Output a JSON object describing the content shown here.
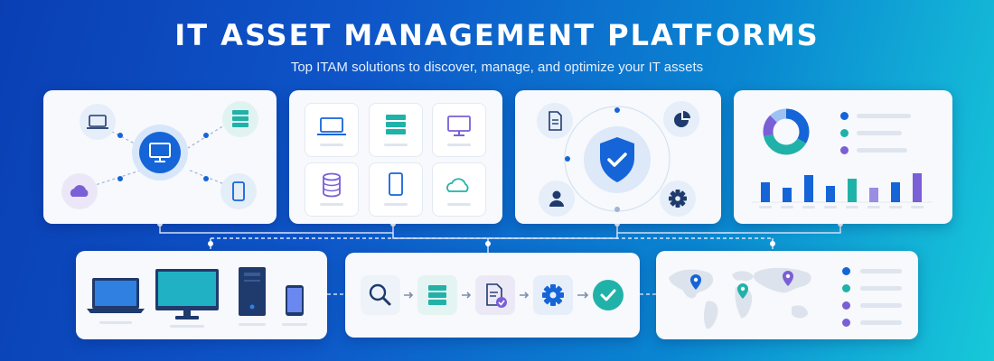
{
  "header": {
    "title": "IT ASSET MANAGEMENT PLATFORMS",
    "subtitle": "Top ITAM solutions to discover, manage, and optimize your IT assets"
  },
  "colors": {
    "bg_start": "#0a3fb4",
    "bg_end": "#17c9d9",
    "accent_blue": "#1565d8",
    "teal": "#20b2a8",
    "purple": "#7a5fd6"
  },
  "cards": [
    {
      "name": "network-card",
      "icons": [
        "laptop-icon",
        "server-icon",
        "cloud-icon",
        "mobile-icon",
        "desktop-icon"
      ]
    },
    {
      "name": "device-grid-card",
      "icons": [
        "laptop-icon",
        "server-icon",
        "monitor-icon",
        "database-icon",
        "mobile-icon",
        "cloud-icon"
      ]
    },
    {
      "name": "security-card",
      "icons": [
        "document-icon",
        "chart-icon",
        "user-icon",
        "gear-icon",
        "shield-check-icon"
      ]
    },
    {
      "name": "analytics-card",
      "icons": [
        "donut-chart-icon",
        "bar-chart-icon"
      ]
    },
    {
      "name": "hardware-card",
      "icons": [
        "laptop-icon",
        "monitor-icon",
        "tower-icon",
        "phone-icon"
      ]
    },
    {
      "name": "workflow-card",
      "icons": [
        "search-icon",
        "server-icon",
        "document-check-icon",
        "gear-icon",
        "check-icon"
      ]
    },
    {
      "name": "world-map-card",
      "icons": [
        "map-pin-icon",
        "map-pin-icon",
        "map-pin-icon"
      ]
    }
  ]
}
